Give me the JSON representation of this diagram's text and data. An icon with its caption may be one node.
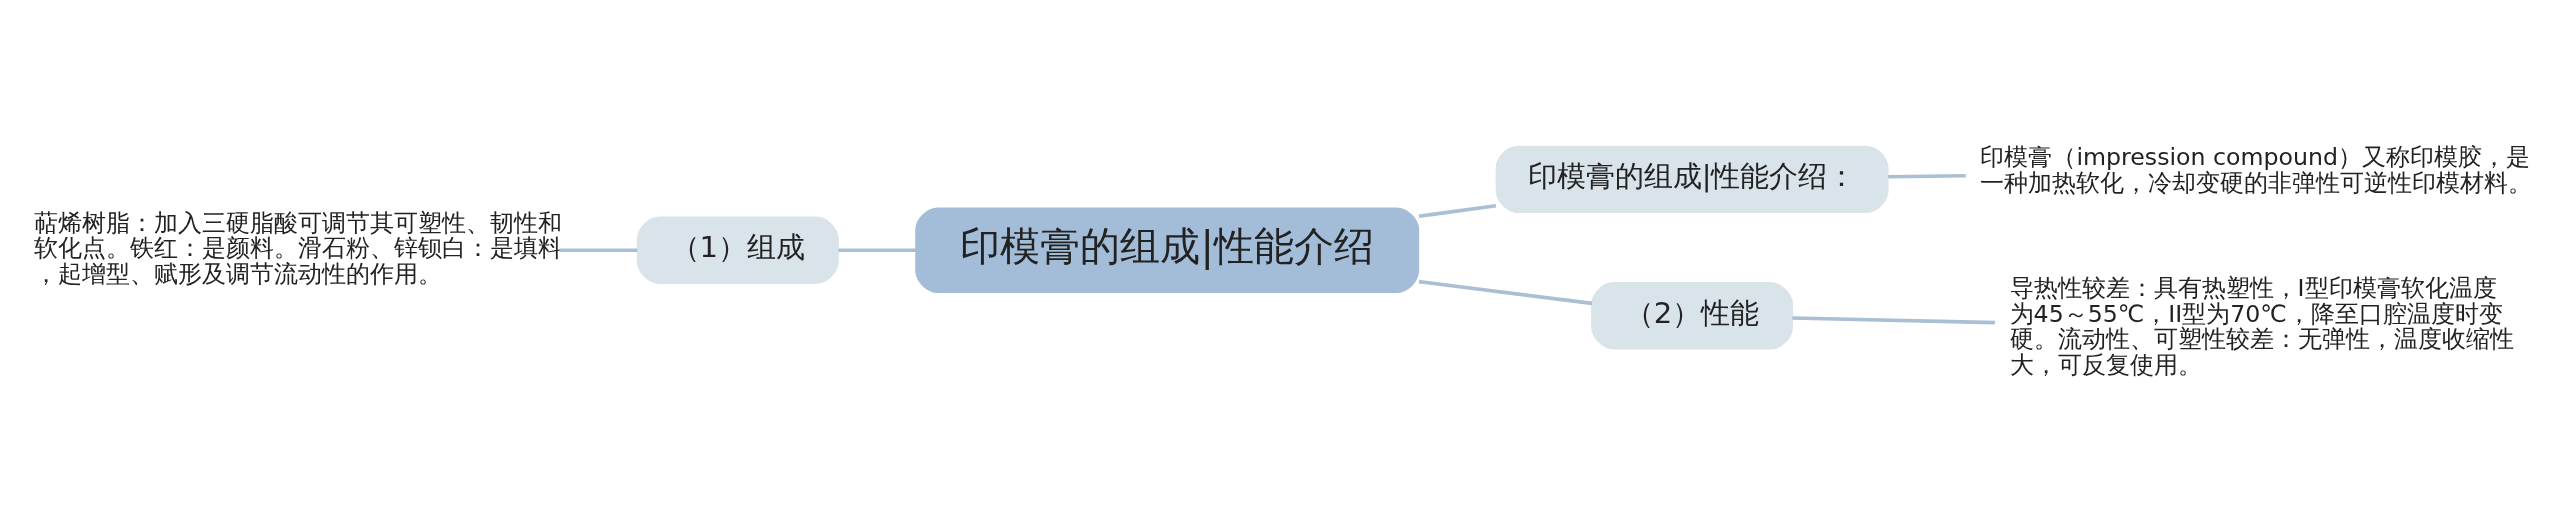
{
  "diagram": {
    "nodes": [
      {
        "text": [
          "印模膏的组成|性能介绍"
        ]
      },
      {
        "text": [
          "印模膏的组成|性能介绍："
        ]
      },
      {
        "text": [
          "印模膏（impression compound）又称印模胶，是一种加热软化，冷却变硬的非弹性可逆性印模材料。"
        ]
      },
      {
        "text": [
          "（2）性能"
        ]
      },
      {
        "text": [
          "导热性较差：具有热塑性，I型印模膏软化温度为45～55℃，II型为70℃，降至口腔温度时变硬。流动性、可塑性较差：无弹性，温度收缩性大，可反复使用。"
        ]
      },
      {
        "text": [
          "（1）组成"
        ]
      },
      {
        "text": [
          "萜烯树脂：加入三硬脂酸可调节其可塑性、韧性和软化点。铁红：是颜料。滑石粉、锌钡白：是填料，起增型、赋形及调节流动性的作用。"
        ]
      }
    ],
    "edges": [
      {
        "from": 0,
        "to": 1,
        "arrow": "none"
      },
      {
        "from": 1,
        "to": 2,
        "arrow": "none"
      },
      {
        "from": 0,
        "to": 3,
        "arrow": "none"
      },
      {
        "from": 3,
        "to": 4,
        "arrow": "none"
      },
      {
        "from": 0,
        "to": 5,
        "arrow": "none"
      },
      {
        "from": 5,
        "to": 6,
        "arrow": "none"
      }
    ]
  }
}
